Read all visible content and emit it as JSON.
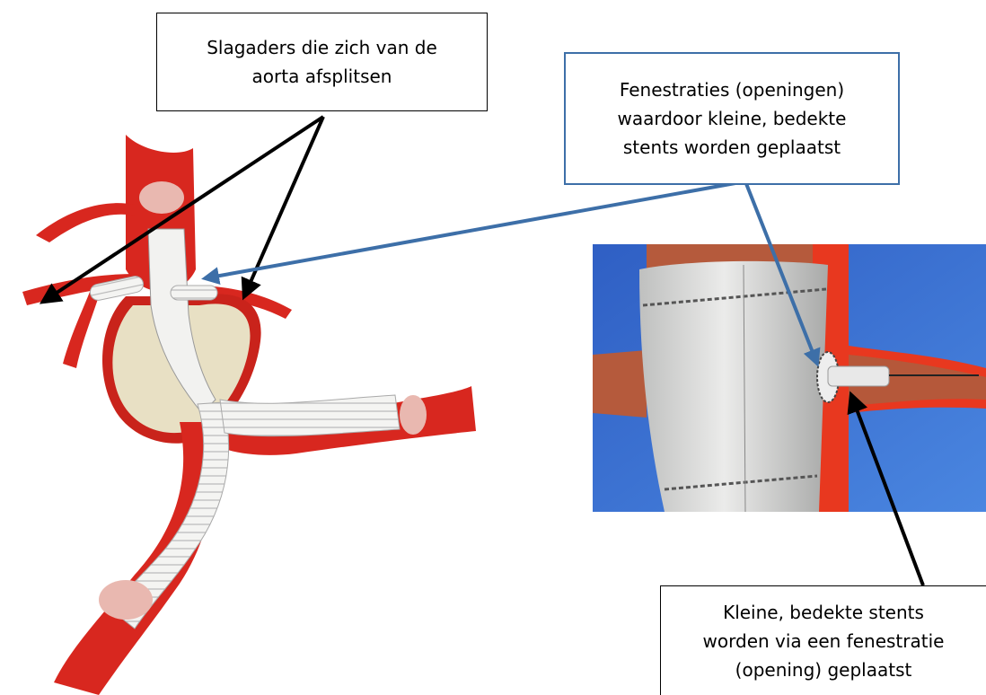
{
  "callouts": {
    "top_left": "Slagaders die zich van de\naorta afsplitsen",
    "top_right": "Fenestraties (openingen)\nwaardoor kleine, bedekte\nstents worden geplaatst",
    "bottom_right": "Kleine, bedekte stents\nworden via een fenestratie\n(opening) geplaatst"
  },
  "colors": {
    "artery_red": "#d8271f",
    "artery_dark": "#a8150f",
    "graft_white": "#f2f2f0",
    "plaque": "#e8e0c4",
    "photo_blue": "#3a6fd1",
    "fabric_gray": "#cfd0cf",
    "blue_arrow": "#3d6fa8",
    "black_arrow": "#000000"
  }
}
